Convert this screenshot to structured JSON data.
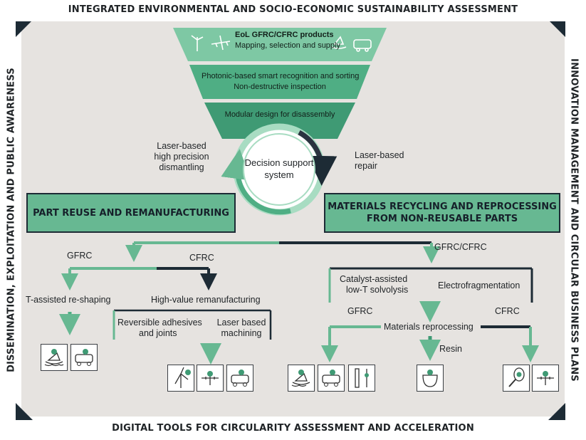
{
  "frame_titles": {
    "top": "INTEGRATED ENVIRONMENTAL AND SOCIO-ECONOMIC SUSTAINABILITY ASSESSMENT",
    "bottom": "DIGITAL TOOLS FOR CIRCULARITY ASSESSMENT AND ACCELERATION",
    "left": "DISSEMINATION, EXPLOITATION AND PUBLIC AWARENESS",
    "right": "INNOVATION MANAGEMENT AND CIRCULAR BUSINESS PLANS"
  },
  "funnel": {
    "level1_title": "EoL GFRC/CFRC products",
    "level1_subtitle": "Mapping, selection and supply",
    "level2_line1": "Photonic-based smart recognition and sorting",
    "level2_line2": "Non-destructive inspection",
    "level3": "Modular design for disassembly"
  },
  "cycle": {
    "center_line1": "Decision support",
    "center_line2": "system",
    "left_line1": "Laser-based",
    "left_line2": "high precision",
    "left_line3": "dismantling",
    "right_line1": "Laser-based",
    "right_line2": "repair"
  },
  "left_branch": {
    "title": "PART REUSE AND REMANUFACTURING",
    "gfrc": "GFRC",
    "cfrc": "CFRC",
    "reshaping": "T-assisted re-shaping",
    "remanufacturing": "High-value remanufacturing",
    "adhesives_line1": "Reversible adhesives",
    "adhesives_line2": "and joints",
    "machining_line1": "Laser based",
    "machining_line2": "machining"
  },
  "right_branch": {
    "title_line1": "MATERIALS RECYCLING AND REPROCESSING",
    "title_line2": "FROM NON-REUSABLE PARTS",
    "gfrc_cfrc": "GFRC/CFRC",
    "solvolysis_line1": "Catalyst-assisted",
    "solvolysis_line2": "low-T solvolysis",
    "electrofragmentation": "Electrofragmentation",
    "gfrc": "GFRC",
    "cfrc": "CFRC",
    "reprocessing": "Materials reprocessing",
    "resin": "Resin"
  },
  "colors": {
    "green": "#67b892",
    "light_green": "#a8dcc2",
    "dark_green": "#3f9a74",
    "dark": "#1d2b35",
    "frame_bg": "#e6e3e0"
  },
  "icons": {
    "funnel_left": [
      "wind-turbine-icon",
      "airplane-icon"
    ],
    "funnel_right": [
      "boat-icon",
      "car-icon"
    ],
    "reshaping": [
      "boat-icon",
      "car-icon"
    ],
    "remanufacturing": [
      "wind-turbine-icon",
      "airplane-icon",
      "car-icon"
    ],
    "reprocessing_gfrc": [
      "boat-icon",
      "car-icon",
      "sports-equipment-icon"
    ],
    "resin": [
      "resin-icon"
    ],
    "reprocessing_cfrc": [
      "racket-icon",
      "airplane-icon"
    ]
  }
}
